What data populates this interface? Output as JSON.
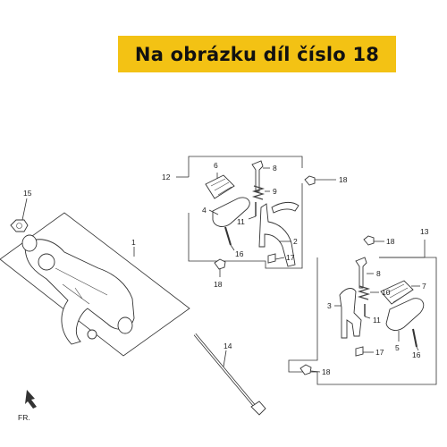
{
  "banner": {
    "text": "Na obrázku díl číslo 18"
  },
  "callouts": {
    "c1": "1",
    "c2": "2",
    "c3": "3",
    "c4": "4",
    "c5": "5",
    "c6": "6",
    "c7": "7",
    "c8a": "8",
    "c8b": "8",
    "c9": "9",
    "c10": "10",
    "c11a": "11",
    "c11b": "11",
    "c12": "12",
    "c13": "13",
    "c14": "14",
    "c15": "15",
    "c16a": "16",
    "c16b": "16",
    "c17a": "17",
    "c17b": "17",
    "c18a": "18",
    "c18b": "18",
    "c18c": "18",
    "c18d": "18"
  },
  "direction_label": "FR.",
  "colors": {
    "banner_bg": "#f3c214",
    "line": "#333333"
  }
}
